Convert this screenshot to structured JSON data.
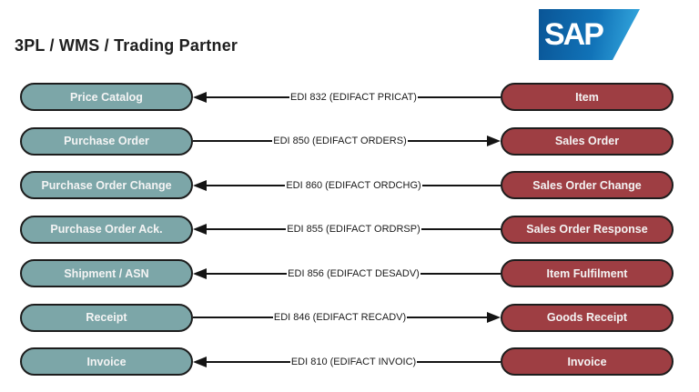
{
  "title": "3PL / WMS / Trading Partner",
  "logo": {
    "text": "SAP"
  },
  "colors": {
    "left_pill": "#7ca6a8",
    "right_pill": "#9e3e43",
    "pill_border": "#1d1d1d",
    "arrow": "#141414",
    "sap_blue_dark": "#0a5596",
    "sap_blue_mid": "#1173b8",
    "sap_blue_light": "#38ade2"
  },
  "rows": [
    {
      "left": "Price Catalog",
      "right": "Item",
      "label": "EDI 832 (EDIFACT PRICAT)",
      "direction": "left"
    },
    {
      "left": "Purchase Order",
      "right": "Sales Order",
      "label": "EDI 850 (EDIFACT ORDERS)",
      "direction": "right"
    },
    {
      "left": "Purchase Order Change",
      "right": "Sales Order Change",
      "label": "EDI 860 (EDIFACT ORDCHG)",
      "direction": "left"
    },
    {
      "left": "Purchase Order Ack.",
      "right": "Sales Order Response",
      "label": "EDI 855 (EDIFACT ORDRSP)",
      "direction": "left"
    },
    {
      "left": "Shipment / ASN",
      "right": "Item Fulfilment",
      "label": "EDI 856 (EDIFACT DESADV)",
      "direction": "left"
    },
    {
      "left": "Receipt",
      "right": "Goods Receipt",
      "label": "EDI 846 (EDIFACT RECADV)",
      "direction": "right"
    },
    {
      "left": "Invoice",
      "right": "Invoice",
      "label": "EDI 810 (EDIFACT INVOIC)",
      "direction": "left"
    }
  ]
}
